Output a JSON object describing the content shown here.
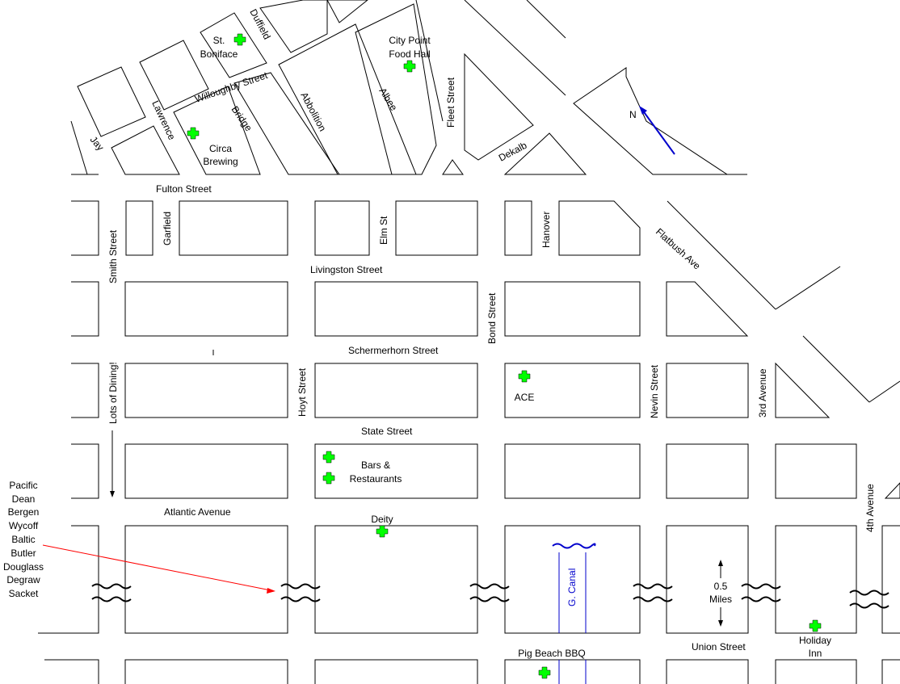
{
  "streets": {
    "fulton": "Fulton Street",
    "livingston": "Livingston Street",
    "schermerhorn": "Schermerhorn Street",
    "state": "State Street",
    "atlantic": "Atlantic Avenue",
    "union": "Union Street",
    "smith": "Smith Street",
    "garfield": "Garfield",
    "elm": "Elm St",
    "hanover": "Hanover",
    "flatbush": "Flatbush Ave",
    "bond": "Bond Street",
    "hoyt": "Hoyt Street",
    "nevin": "Nevin Street",
    "third_ave": "3rd Avenue",
    "fourth_ave": "4th Avenue",
    "fleet": "Fleet Street",
    "dekalb": "Dekalb",
    "albee": "Albee",
    "abbolition": "Abbolition",
    "bridge": "Bridge",
    "lawrence": "Lawrence",
    "jay": "Jay",
    "willoughby": "Willoughby Street",
    "duffield": "Duffield",
    "lots_of_dining": "Lots of Dining!"
  },
  "pois": {
    "st_boniface": [
      "St.",
      "Boniface"
    ],
    "city_point": [
      "City Point",
      "Food Hall"
    ],
    "circa": [
      "Circa",
      "Brewing"
    ],
    "ace": "ACE",
    "bars": [
      "Bars &",
      "Restaurants"
    ],
    "deity": "Deity",
    "pig_beach": "Pig Beach BBQ",
    "holiday_inn": [
      "Holiday",
      "Inn"
    ]
  },
  "canal": "G. Canal",
  "scale": [
    "0.5",
    "Miles"
  ],
  "north": "N",
  "cross_streets": [
    "Pacific",
    "Dean",
    "Bergen",
    "Wycoff",
    "Baltic",
    "Butler",
    "Douglass",
    "Degraw",
    "Sacket"
  ],
  "colors": {
    "poi": "#00ff00",
    "arrow": "#0000cc",
    "callout": "#ff0000",
    "canal": "#0000cc"
  }
}
